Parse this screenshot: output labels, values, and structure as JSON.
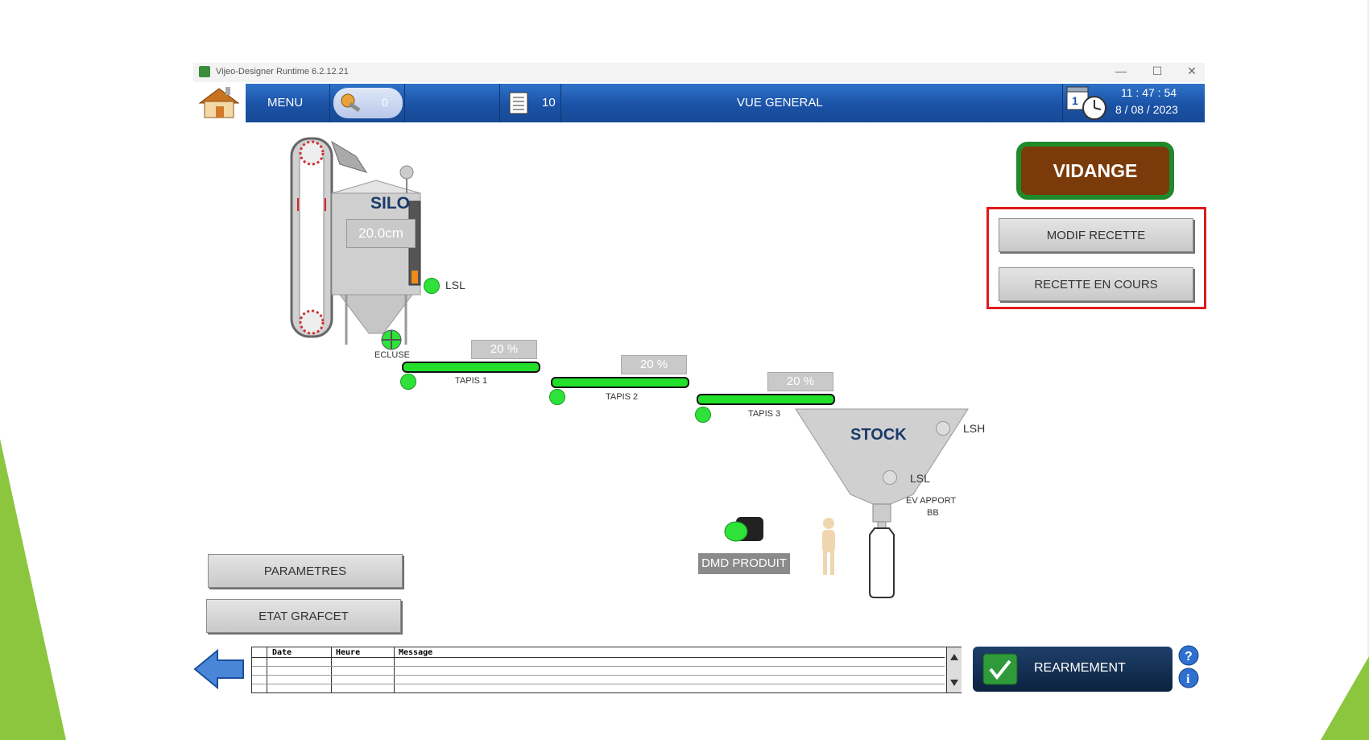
{
  "window": {
    "title": "Vijeo-Designer Runtime 6.2.12.21",
    "controls": [
      "—",
      "☐",
      "✕"
    ]
  },
  "toolbar": {
    "menu_label": "MENU",
    "key_value": "0",
    "events_count": "10",
    "view_title": "VUE GENERAL",
    "time": "11 : 47 : 54",
    "date": "8  / 08 / 2023",
    "calendar_day": "1"
  },
  "silo": {
    "title": "SILO",
    "level": "20.0cm",
    "lsl_label": "LSL",
    "ecluse_label": "ECLUSE"
  },
  "conveyors": [
    {
      "name": "TAPIS 1",
      "speed": "20 %"
    },
    {
      "name": "TAPIS 2",
      "speed": "20 %"
    },
    {
      "name": "TAPIS 3",
      "speed": "20 %"
    }
  ],
  "stock": {
    "title": "STOCK",
    "lsh_label": "LSH",
    "lsl_label": "LSL",
    "ev_label_line1": "EV APPORT",
    "ev_label_line2": "BB"
  },
  "buttons": {
    "vidange": "VIDANGE",
    "modif_recette": "MODIF RECETTE",
    "recette_en_cours": "RECETTE EN COURS",
    "parametres": "PARAMETRES",
    "etat_grafcet": "ETAT GRAFCET",
    "dmd_produit": "DMD PRODUIT",
    "rearmement": "REARMEMENT"
  },
  "alarm_table": {
    "columns": [
      "Date",
      "Heure",
      "Message"
    ]
  },
  "colors": {
    "accent_blue": "#1b52a6",
    "indicator_green": "#2ee23a",
    "vidange_brown": "#7b3a0a",
    "highlight_red": "#e01a1a"
  }
}
